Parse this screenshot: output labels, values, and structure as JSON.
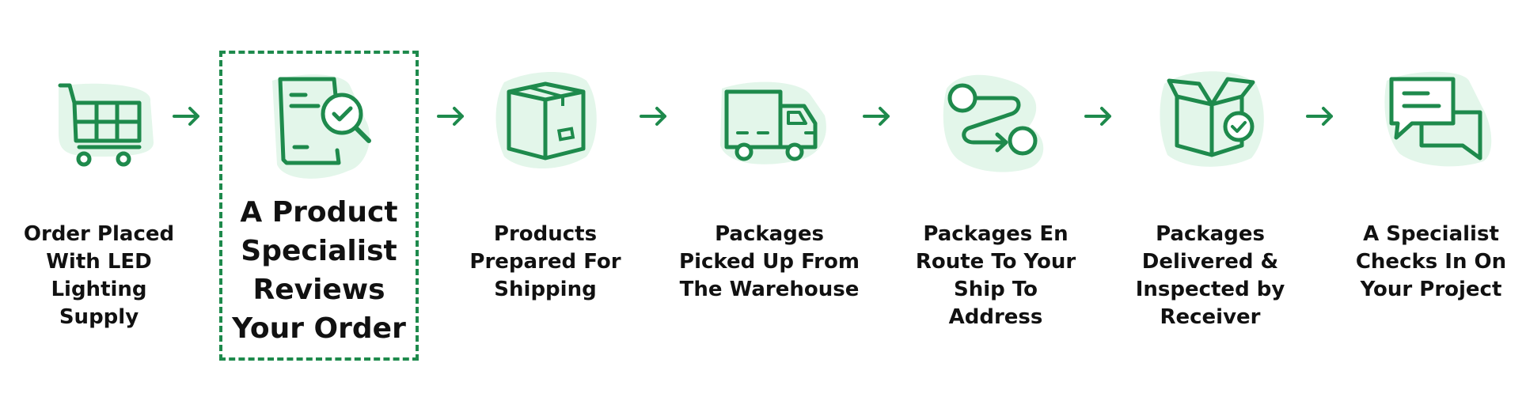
{
  "colors": {
    "accent": "#1e8a4c",
    "accent_light": "#e3f6ea",
    "text": "#111111"
  },
  "steps": [
    {
      "label": "Order Placed\nWith LED\nLighting Supply",
      "icon": "shopping-cart-icon",
      "highlighted": false
    },
    {
      "label": "A Product\nSpecialist\nReviews\nYour Order",
      "icon": "document-review-icon",
      "highlighted": true
    },
    {
      "label": "Products\nPrepared For\nShipping",
      "icon": "package-box-icon",
      "highlighted": false
    },
    {
      "label": "Packages\nPicked Up From\nThe Warehouse",
      "icon": "delivery-truck-icon",
      "highlighted": false
    },
    {
      "label": "Packages En\nRoute To Your\nShip To Address",
      "icon": "route-icon",
      "highlighted": false
    },
    {
      "label": "Packages\nDelivered &\nInspected by\nReceiver",
      "icon": "open-box-check-icon",
      "highlighted": false
    },
    {
      "label": "A Specialist\nChecks In On\nYour Project",
      "icon": "chat-bubbles-icon",
      "highlighted": false
    }
  ],
  "connector_icon": "arrow-right-icon"
}
